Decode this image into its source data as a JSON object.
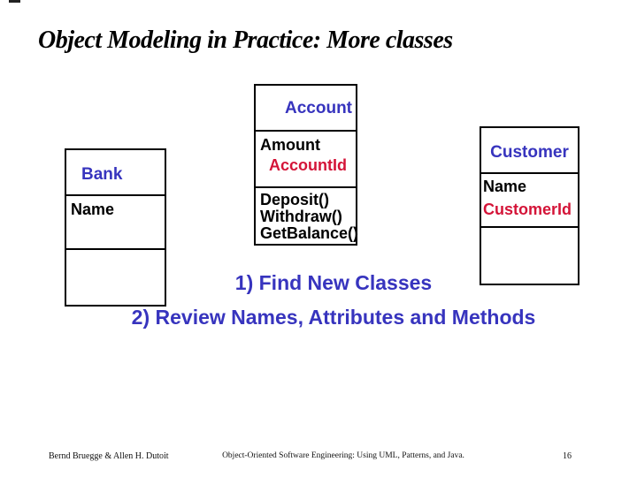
{
  "slide": {
    "title": "Object Modeling in Practice: More classes",
    "steps": [
      {
        "text": "1) Find New Classes"
      },
      {
        "text": "2) Review Names, Attributes and Methods"
      }
    ],
    "colors": {
      "class_name_blue": "#3734BE",
      "new_item_red": "#D41438",
      "known_item_black": "#000000",
      "step_blue": "#3734BE"
    }
  },
  "classes": [
    {
      "name": "Bank",
      "attributes": [
        {
          "text": "Name",
          "color": "#000000"
        }
      ],
      "methods": []
    },
    {
      "name": "Account",
      "attributes": [
        {
          "text": "Amount",
          "color": "#000000"
        },
        {
          "text": "AccountId",
          "color": "#D41438"
        }
      ],
      "methods": [
        {
          "text": "Deposit()"
        },
        {
          "text": "Withdraw()"
        },
        {
          "text": "GetBalance()"
        }
      ]
    },
    {
      "name": "Customer",
      "attributes": [
        {
          "text": "Name",
          "color": "#000000"
        },
        {
          "text": "CustomerId",
          "color": "#D41438"
        }
      ],
      "methods": []
    }
  ],
  "footer": {
    "author": "Bernd Bruegge & Allen H. Dutoit",
    "book": "Object-Oriented Software Engineering: Using UML, Patterns, and Java.",
    "page": "16"
  }
}
